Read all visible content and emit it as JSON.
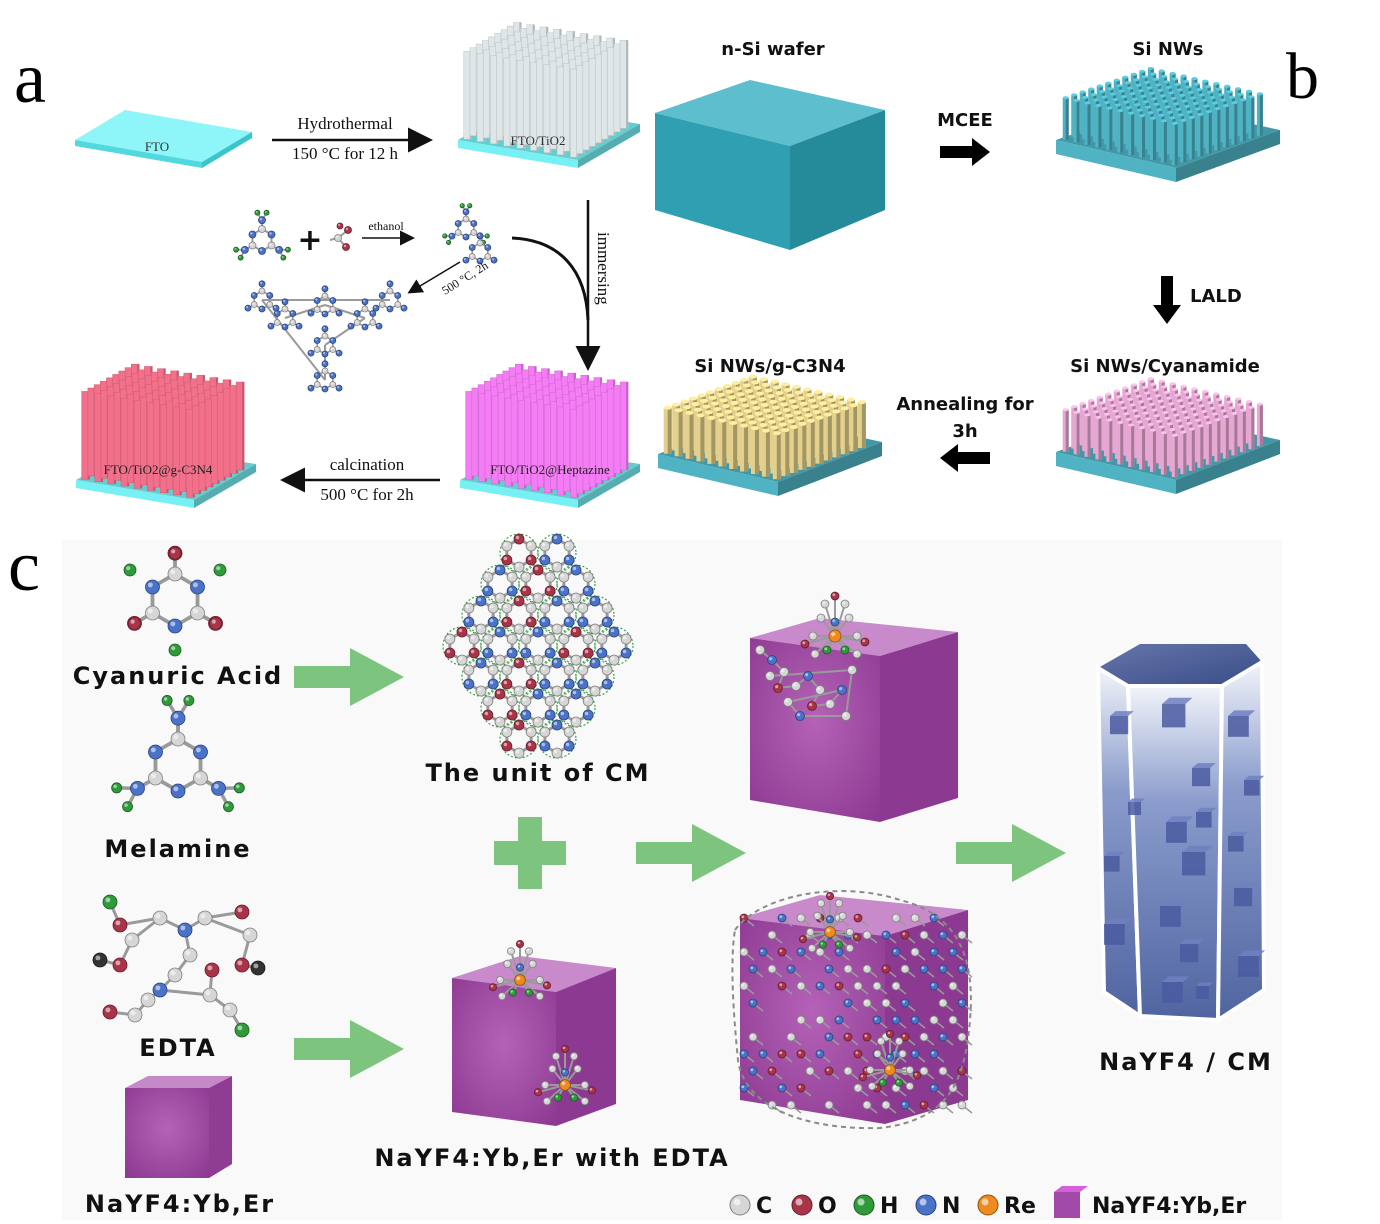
{
  "panels": {
    "a": "a",
    "b": "b",
    "c": "c"
  },
  "panel_a": {
    "fto": "FTO",
    "step1_line1": "Hydrothermal",
    "step1_line2": "150 °C for 12 h",
    "fto_tio2": "FTO/TiO2",
    "ethanol": "ethanol",
    "heat": "500 °C, 2h",
    "immersing": "immersing",
    "fto_heptazine": "FTO/TiO2@Heptazine",
    "calc_line1": "calcination",
    "calc_line2": "500 °C for 2h",
    "fto_gcn": "FTO/TiO2@g-C3N4",
    "colors": {
      "fto": "#77f0f4",
      "tio2": "#dfe6e8",
      "heptazine": "#f47cf4",
      "gcn": "#f2708a"
    }
  },
  "panel_b": {
    "wafer": "n-Si wafer",
    "mcee": "MCEE",
    "nws": "Si NWs",
    "lald": "LALD",
    "cyanamide": "Si NWs/Cyanamide",
    "anneal_line1": "Annealing for",
    "anneal_line2": "3h",
    "gcn": "Si NWs/g-C3N4",
    "colors": {
      "si": "#4fb3c4",
      "cyanamide": "#e6a8d2",
      "gcn": "#e3d08c"
    }
  },
  "panel_c": {
    "cyanuric": "Cyanuric Acid",
    "melamine": "Melamine",
    "edta": "EDTA",
    "nayf4": "NaYF4:Yb,Er",
    "unit_cm": "The unit of CM",
    "with_edta": "NaYF4:Yb,Er with EDTA",
    "product": "NaYF4 / CM",
    "legend": [
      {
        "symbol": "C",
        "color": "#d6d6d6"
      },
      {
        "symbol": "O",
        "color": "#a8344a"
      },
      {
        "symbol": "H",
        "color": "#2f9a3a"
      },
      {
        "symbol": "N",
        "color": "#4a72c8"
      },
      {
        "symbol": "Re",
        "color": "#ee8a1e"
      },
      {
        "symbol": "NaYF4:Yb,Er",
        "color": "#a24aa8"
      }
    ]
  }
}
